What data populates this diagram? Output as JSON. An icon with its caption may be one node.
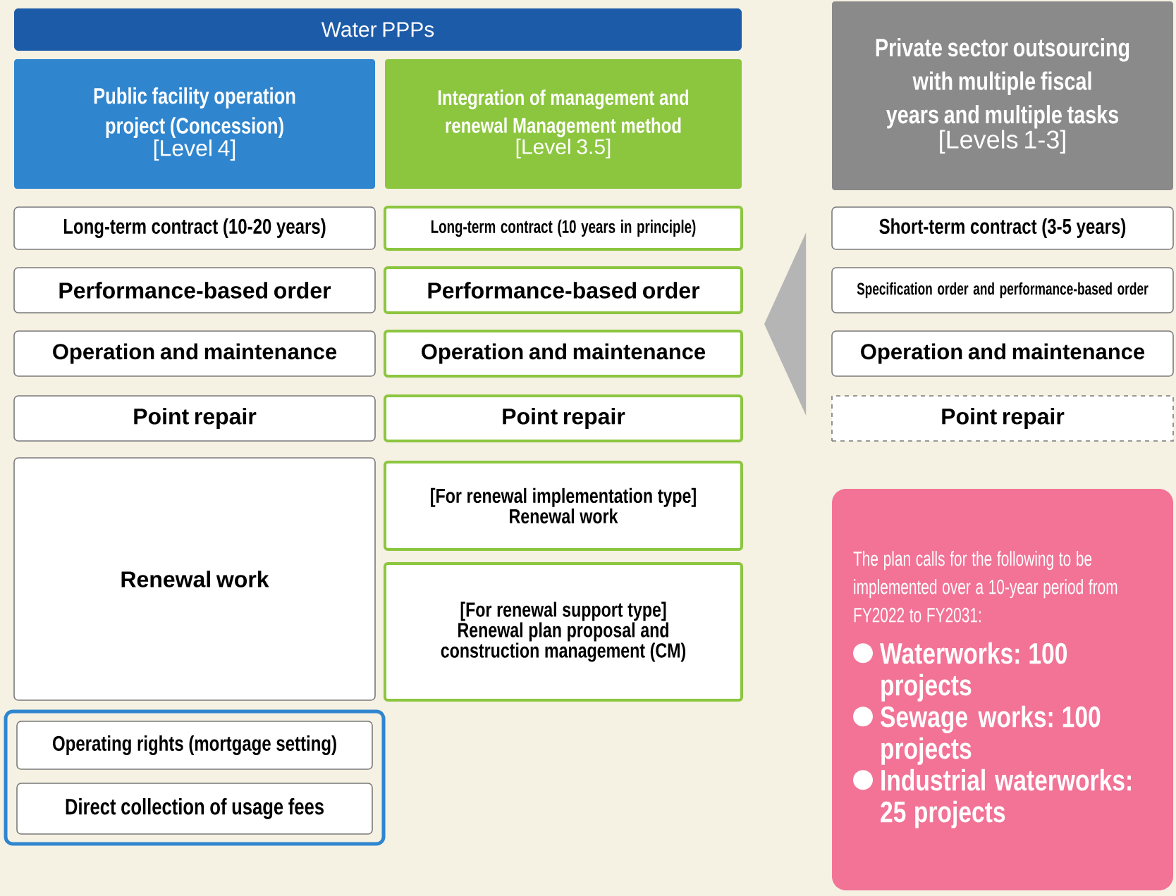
{
  "diagram": {
    "nodes": [
      {
        "text": [
          "Water PPPs"
        ]
      },
      {
        "text": [
          "Public facility operation project (Concession)",
          "[Level 4]"
        ]
      },
      {
        "text": [
          "Integration of management and renewal Management method",
          "[Level 3.5]"
        ]
      },
      {
        "text": [
          "Private sector outsourcing with multiple fiscal years and multiple tasks",
          "[Levels 1-3]"
        ]
      },
      {
        "text": [
          "Long-term contract (10-20 years)"
        ]
      },
      {
        "text": [
          "Performance-based order"
        ]
      },
      {
        "text": [
          "Operation and maintenance"
        ]
      },
      {
        "text": [
          "Point repair"
        ]
      },
      {
        "text": [
          "Renewal work"
        ]
      },
      {
        "text": [],
        "shape": "box"
      },
      {
        "text": [
          "Operating rights (mortgage setting)"
        ],
        "in": 9
      },
      {
        "text": [
          "Direct collection of usage fees"
        ],
        "in": 9
      },
      {
        "text": [
          "Long-term contract (10 years in principle)"
        ]
      },
      {
        "text": [
          "Performance-based order"
        ]
      },
      {
        "text": [
          "Operation and maintenance"
        ]
      },
      {
        "text": [
          "Point repair"
        ]
      },
      {
        "text": [
          "[For renewal implementation type]",
          "Renewal work"
        ]
      },
      {
        "text": [
          "[For renewal support type]",
          "Renewal plan proposal and construction management (CM)"
        ]
      },
      {
        "text": [
          "Short-term contract (3-5 years)"
        ]
      },
      {
        "text": [
          "Specification order and performance-based order"
        ]
      },
      {
        "text": [
          "Operation and maintenance"
        ]
      },
      {
        "text": [
          "Point repair"
        ]
      },
      {
        "text": [
          "The plan calls for the following to be implemented over a 10-year period from FY2022 to FY2031:",
          "Waterworks: 100 projects",
          "Sewage works: 100 projects",
          "Industrial waterworks: 25 projects"
        ]
      }
    ],
    "edges": [
      {
        "from": 19,
        "to": 13,
        "arrow": "to"
      }
    ]
  }
}
